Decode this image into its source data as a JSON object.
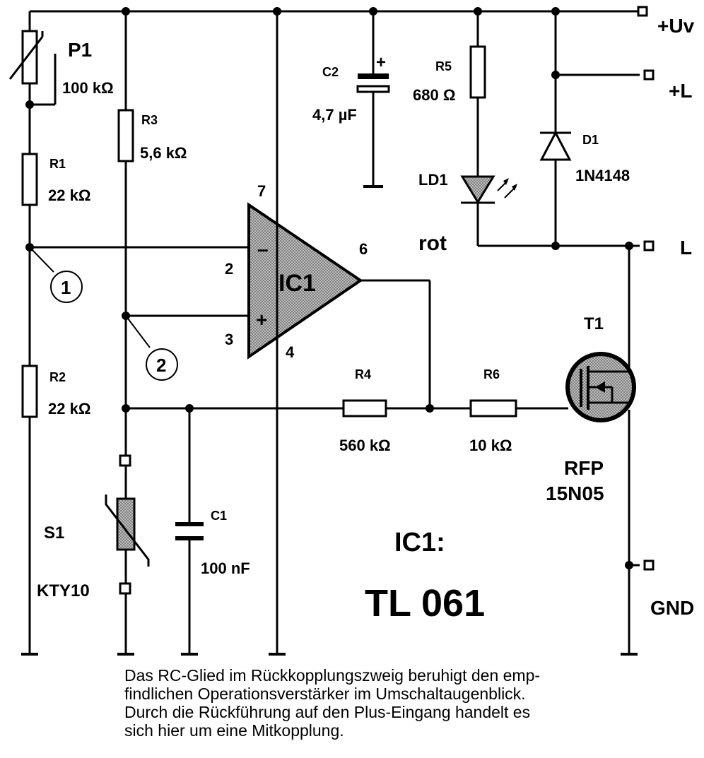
{
  "labels": {
    "p1_name": "P1",
    "p1_value": "100 kΩ",
    "r1_name": "R1",
    "r1_value": "22 kΩ",
    "r2_name": "R2",
    "r2_value": "22 kΩ",
    "r3_name": "R3",
    "r3_value": "5,6 kΩ",
    "r4_name": "R4",
    "r4_value": "560 kΩ",
    "r5_name": "R5",
    "r5_value": "680 Ω",
    "r6_name": "R6",
    "r6_value": "10 kΩ",
    "c1_name": "C1",
    "c1_value": "100 nF",
    "c2_name": "C2",
    "c2_value": "4,7 µF",
    "c2_plus": "+",
    "ld1_name": "LD1",
    "ld1_color": "rot",
    "d1_name": "D1",
    "d1_value": "1N4148",
    "t1_name": "T1",
    "t1_value_line1": "RFP",
    "t1_value_line2": "15N05",
    "s1_name": "S1",
    "s1_value": "KTY10",
    "ic_name": "IC1",
    "ic_type_label": "IC1:",
    "ic_type": "TL 061",
    "pin2": "2",
    "pin3": "3",
    "pin4": "4",
    "pin6": "6",
    "pin7": "7",
    "op_minus": "–",
    "op_plus": "+",
    "marker1": "1",
    "marker2": "2",
    "term_uv": "+Uv",
    "term_plusl": "+L",
    "term_l": "L",
    "term_gnd": "GND"
  },
  "caption": {
    "line1": "Das RC-Glied im Rückkopplungszweig beruhigt den emp-",
    "line2": "findlichen Operationsverstärker im Umschaltaugenblick.",
    "line3": "Durch die Rückführung auf den Plus-Eingang handelt es",
    "line4": "sich hier um eine Mitkopplung."
  }
}
